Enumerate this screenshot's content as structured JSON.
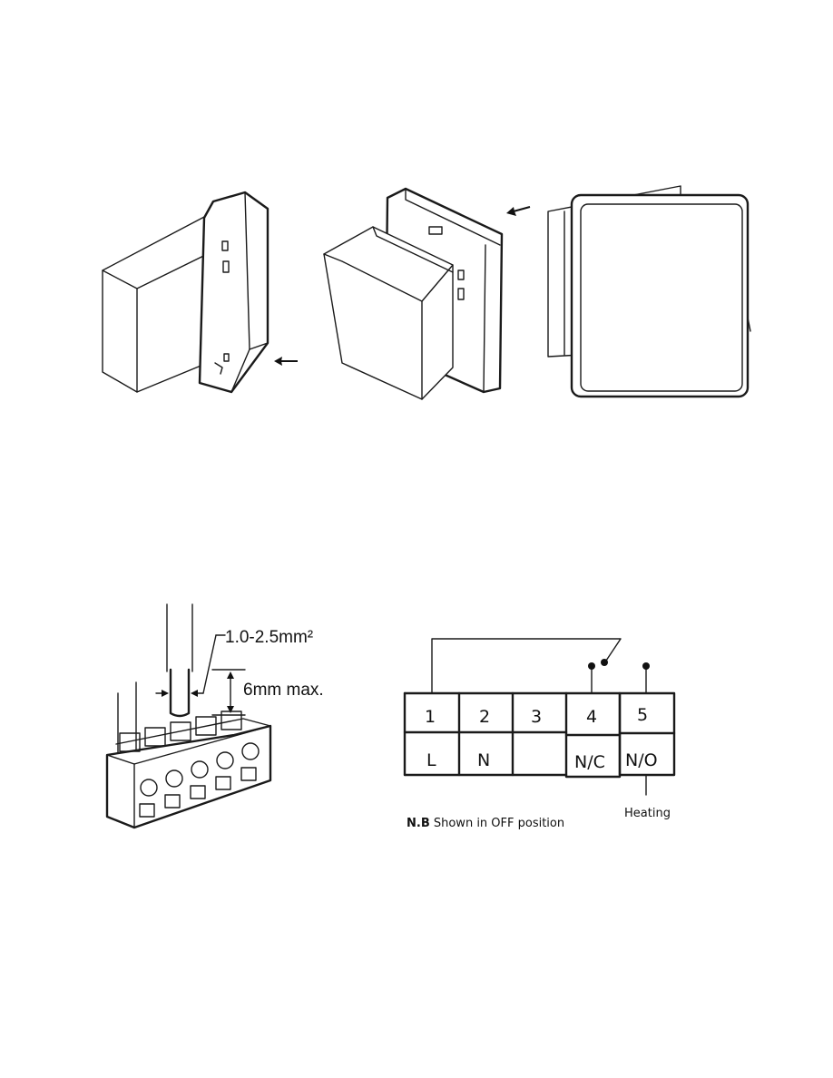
{
  "wire_diagram": {
    "spec_label": "1.0-2.5mm²",
    "strip_label": "6mm max."
  },
  "terminals": [
    {
      "number": "1",
      "label": "L"
    },
    {
      "number": "2",
      "label": "N"
    },
    {
      "number": "3",
      "label": ""
    },
    {
      "number": "4",
      "label": "N/C"
    },
    {
      "number": "5",
      "label": "N/O"
    }
  ],
  "heating_label": "Heating",
  "note": {
    "bold": "N.B",
    "text": " Shown in OFF position"
  },
  "icons": [
    "arrow-left-icon",
    "arrow-left-icon"
  ]
}
